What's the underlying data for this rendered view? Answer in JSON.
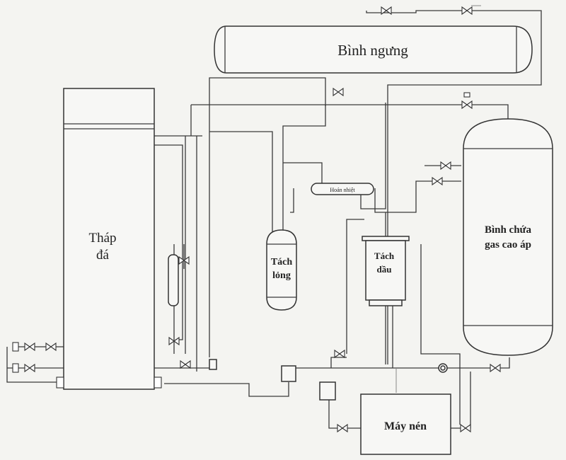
{
  "labels": {
    "condenser": "Bình ngưng",
    "ice_tower_line1": "Tháp",
    "ice_tower_line2": "đá",
    "liquid_separator_line1": "Tách",
    "liquid_separator_line2": "lỏng",
    "oil_separator_line1": "Tách",
    "oil_separator_line2": "dầu",
    "heat_exchanger": "Hoán nhiệt",
    "receiver_line1": "Bình chứa",
    "receiver_line2": "gas cao áp",
    "compressor": "Máy nén"
  }
}
